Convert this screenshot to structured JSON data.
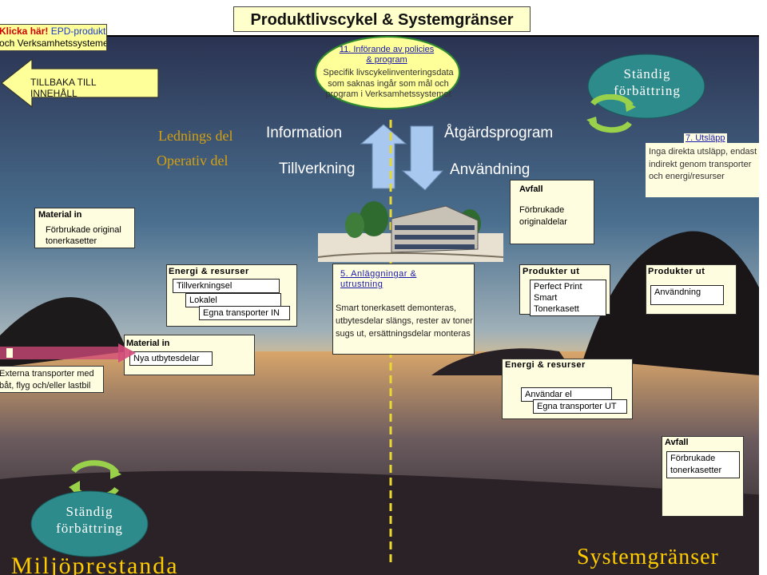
{
  "colors": {
    "title_bg": "#ffffcc",
    "box_bg": "#fffde0",
    "green_ellipse": "#ffff99",
    "green_border": "#2e8b2e",
    "teal": "#2e8b8b",
    "gold_text": "#cc9900",
    "blue_arrow": "#a8c8f0",
    "yellow_dash": "#e8d830",
    "pink_arrow": "#d44a7a"
  },
  "header": {
    "title": "Produktlivscykel & Systemgränser",
    "link_text_red": "Klicka här!",
    "link_text_blue": " EPD-produkten",
    "link_text_line2": "och Verksamhetssystemet",
    "back_label": "TILLBAKA TILL INNEHÅLL"
  },
  "policy_ellipse": {
    "heading": "11. Införande av policies & program",
    "body": "Specifik livscykelinventeringsdata som saknas ingår som mål och program i Verksamhetssystemet"
  },
  "continuous_top": "Ständig förbättring",
  "continuous_bottom": "Ständig förbättring",
  "labels": {
    "lednings_del": "Lednings del",
    "operativ_del": "Operativ del",
    "information": "Information",
    "tillverkning": "Tillverkning",
    "atgardsprogram": "Åtgärdsprogram",
    "anvandning": "Användning",
    "miljoprestanda": "Miljöprestanda",
    "systemgranser": "Systemgränser"
  },
  "emissions_box": {
    "heading": "7. Utsläpp",
    "body": "Inga direkta utsläpp, endast indirekt genom transporter och energi/resurser"
  },
  "avfall_top": {
    "title": "Avfall",
    "item": "Förbrukade originaldelar"
  },
  "material_in_top": {
    "title": "Material in",
    "item": "Förbrukade original tonerkasetter"
  },
  "energy_in": {
    "title": "Energi & resurser",
    "items": [
      "Tillverkningsel",
      "Lokalel",
      "Egna transporter IN"
    ]
  },
  "material_in_mid": {
    "title": "Material in",
    "item": "Nya utbytesdelar"
  },
  "facility_box": {
    "heading": "5. Anläggningar & utrustning",
    "body": "Smart tonerkasett demonteras, utbytesdelar slängs, rester av toner sugs ut, ersättningsdelar monteras"
  },
  "product_out_1": {
    "title": "Produkter ut",
    "line1": "Perfect Print",
    "line2": "Smart Tonerkasett"
  },
  "product_out_2": {
    "title": "Produkter ut",
    "item": "Användning"
  },
  "energy_use": {
    "title": "Energi & resurser",
    "items": [
      "Användar el",
      "Egna transporter UT"
    ]
  },
  "avfall_bottom": {
    "title": "Avfall",
    "item": "Förbrukade tonerkasetter"
  },
  "external_transport": "Externa transporter med båt, flyg och/eller lastbil"
}
